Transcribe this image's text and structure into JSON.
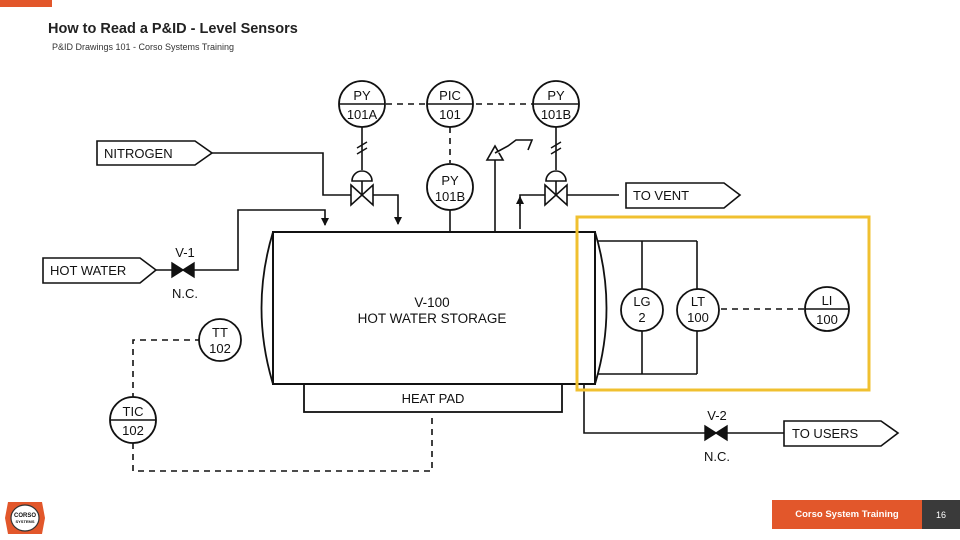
{
  "header": {
    "title": "How to Read a P&ID - Level Sensors",
    "subtitle": "P&ID Drawings 101 - Corso Systems Training"
  },
  "instruments": {
    "py101a": [
      "PY",
      "101A"
    ],
    "pic101": [
      "PIC",
      "101"
    ],
    "py101b_top": [
      "PY",
      "101B"
    ],
    "py101b_mid": [
      "PY",
      "101B"
    ],
    "tt102": [
      "TT",
      "102"
    ],
    "tic102": [
      "TIC",
      "102"
    ],
    "lg2": [
      "LG",
      "2"
    ],
    "lt100": [
      "LT",
      "100"
    ],
    "li100": [
      "LI",
      "100"
    ]
  },
  "arrows": {
    "nitrogen": "NITROGEN",
    "hot_water": "HOT WATER",
    "to_vent": "TO VENT",
    "to_users": "TO USERS"
  },
  "valves": {
    "v1_tag": "V-1",
    "v1_state": "N.C.",
    "v2_tag": "V-2",
    "v2_state": "N.C."
  },
  "vessel": {
    "tag": "V-100",
    "name": "HOT WATER STORAGE",
    "heat_pad": "HEAT PAD"
  },
  "footer": {
    "brand": "Corso System Training",
    "page": "16",
    "logo_line1": "CORSO",
    "logo_line2": "SYSTEMS"
  },
  "colors": {
    "accent": "#e2572b",
    "highlight": "#f0c030",
    "footer_dark": "#3a3a3a"
  }
}
